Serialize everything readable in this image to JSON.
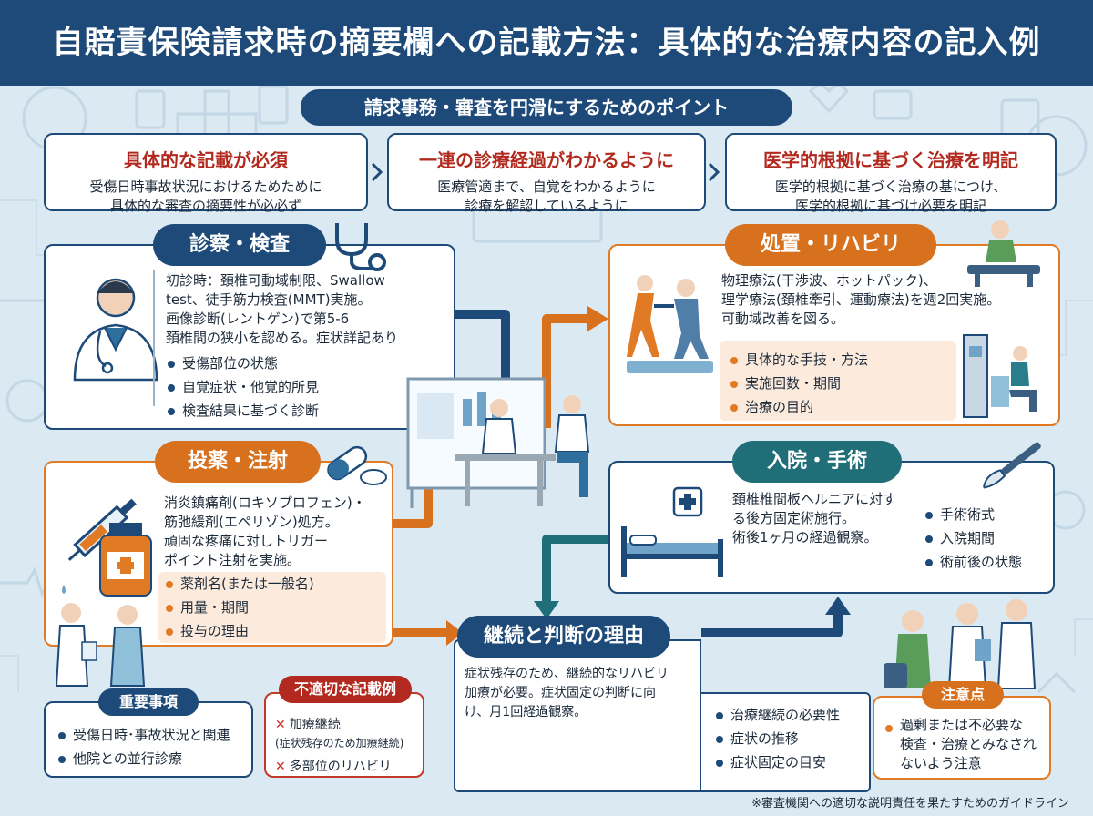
{
  "title": "自賠責保険請求時の摘要欄への記載方法：具体的な治療内容の記入例",
  "subtitle": "請求事務・審査を円滑にするためのポイント",
  "points": [
    {
      "title": "具体的な記載が必須",
      "body": "受傷日時事故状況におけるためために\n具体的な審査の摘要性が必必ず"
    },
    {
      "title": "一連の診療経過がわかるように",
      "body": "医療管適まで、自覚をわかるように\n診療を解認しているように"
    },
    {
      "title": "医学的根拠に基づく治療を明記",
      "body": "医学的根拠に基づく治療の基につけ、\n医学的根拠に基づけ必要を明記"
    }
  ],
  "shinsatsu": {
    "label": "診察・検査",
    "text": "初診時：頚椎可動域制限、Swallow\ntest、徒手筋力検査(MMT)実施。\n画像診断(レントゲン)で第5-6\n頚椎間の狭小を認める。症状詳記あり",
    "bullets": [
      "受傷部位の状態",
      "自覚症状・他覚的所見",
      "検査結果に基づく診断"
    ]
  },
  "shochi": {
    "label": "処置・リハビリ",
    "text": "物理療法(干渉波、ホットパック)、\n理学療法(頚椎牽引、運動療法)を週2回実施。\n可動域改善を図る。",
    "bullets": [
      "具体的な手技・方法",
      "実施回数・期間",
      "治療の目的"
    ]
  },
  "toyaku": {
    "label": "投薬・注射",
    "text": "消炎鎮痛剤(ロキソプロフェン)・\n筋弛緩剤(エペリゾン)処方。\n頑固な疼痛に対しトリガー\nポイント注射を実施。",
    "bullets": [
      "薬剤名(または一般名)",
      "用量・期間",
      "投与の理由"
    ]
  },
  "nyuin": {
    "label": "入院・手術",
    "text": "頚椎椎間板ヘルニアに対す\nる後方固定術施行。\n術後1ヶ月の経過観察。",
    "bullets": [
      "手術術式",
      "入院期間",
      "術前後の状態"
    ]
  },
  "keizoku": {
    "label": "継続と判断の理由",
    "text": "症状残存のため、継続的なリハビリ\n加療が必要。症状固定の判断に向\nけ、月1回経過観察。",
    "bullets": [
      "治療継続の必要性",
      "症状の推移",
      "症状固定の目安"
    ]
  },
  "juyo": {
    "label": "重要事項",
    "bullets": [
      "受傷日時･事故状況と関連",
      "他院との並行診療"
    ]
  },
  "futekisetsu": {
    "label": "不適切な記載例",
    "items": [
      {
        "mark": "✕",
        "text": "加療継続",
        "sub": "(症状残存のため加療継続)"
      },
      {
        "mark": "✕",
        "text": "多部位のリハビリ",
        "sub": ""
      }
    ]
  },
  "chui": {
    "label": "注意点",
    "bullets": [
      "過剰または不必要な\n検査・治療とみなされ\nないよう注意"
    ]
  },
  "footer": "※審査機関への適切な説明責任を果たすためのガイドライン",
  "colors": {
    "navy": "#1d4a78",
    "orange": "#d8711e",
    "teal": "#1f6e78",
    "red": "#b22a1f",
    "background": "#dbe9f2"
  },
  "icons": [
    "doctor-icon",
    "stethoscope-icon",
    "capsule-icon",
    "syringe-icon",
    "medicine-bottle-icon",
    "nurse-patient-icon",
    "consultation-desk-icon",
    "stretching-therapy-icon",
    "traction-machine-icon",
    "hospital-bed-icon",
    "scalpel-icon",
    "doctors-discussion-icon"
  ]
}
